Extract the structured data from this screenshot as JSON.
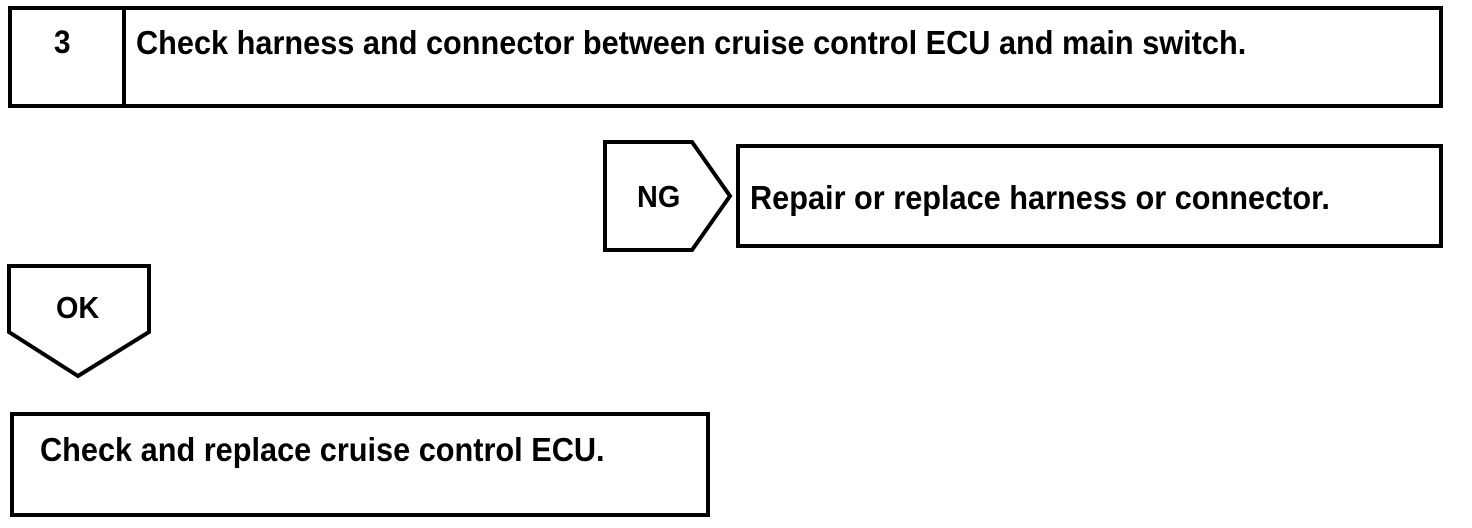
{
  "diagram": {
    "type": "troubleshooting-flowchart",
    "background_color": "#ffffff",
    "stroke_color": "#000000",
    "step": {
      "number": "3",
      "instruction": "Check harness and connector between cruise control ECU and main switch."
    },
    "branches": [
      {
        "label": "NG",
        "shape": "pentagon-right",
        "result": "Repair or replace harness or connector."
      },
      {
        "label": "OK",
        "shape": "pentagon-down",
        "result": "Check and replace cruise control ECU."
      }
    ],
    "ng_branch": {
      "label": "NG",
      "action": "Repair or replace harness or connector."
    },
    "ok_branch": {
      "label": "OK",
      "action": "Check and replace cruise control ECU."
    }
  }
}
